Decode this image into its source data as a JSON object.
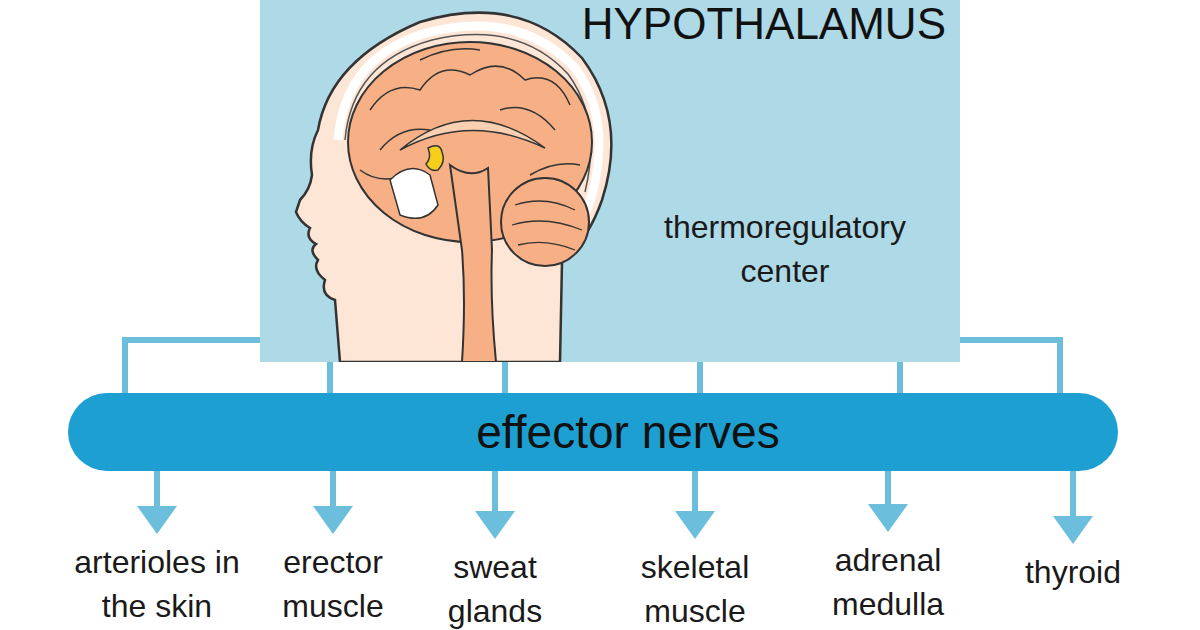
{
  "diagram": {
    "nodes": [
      {
        "text": [
          "HYPOTHALAMUS",
          "thermoregulatory center"
        ]
      },
      {
        "text": [
          "effector nerves"
        ]
      },
      {
        "text": [
          "arterioles in the skin"
        ]
      },
      {
        "text": [
          "erector muscle"
        ]
      },
      {
        "text": [
          "sweat glands"
        ]
      },
      {
        "text": [
          "skeletal muscle"
        ]
      },
      {
        "text": [
          "adrenal medulla"
        ]
      },
      {
        "text": [
          "thyroid"
        ]
      }
    ],
    "edges": [
      {
        "from": 0,
        "to": 1,
        "arrow": "none"
      },
      {
        "from": 1,
        "to": 2,
        "arrow": "to"
      },
      {
        "from": 1,
        "to": 3,
        "arrow": "to"
      },
      {
        "from": 1,
        "to": 4,
        "arrow": "to"
      },
      {
        "from": 1,
        "to": 5,
        "arrow": "to"
      },
      {
        "from": 1,
        "to": 6,
        "arrow": "to"
      },
      {
        "from": 1,
        "to": 7,
        "arrow": "to"
      }
    ]
  }
}
